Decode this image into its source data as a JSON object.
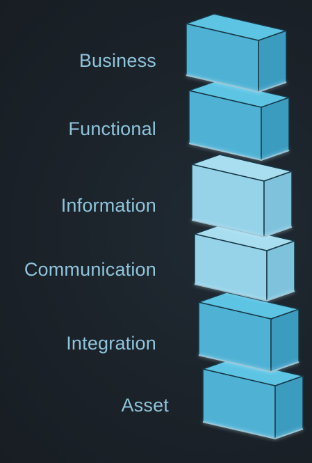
{
  "layers": [
    {
      "label": "Business",
      "tone": "blue"
    },
    {
      "label": "Functional",
      "tone": "blue"
    },
    {
      "label": "Information",
      "tone": "light"
    },
    {
      "label": "Communication",
      "tone": "light"
    },
    {
      "label": "Integration",
      "tone": "blue"
    },
    {
      "label": "Asset",
      "tone": "blue"
    }
  ],
  "colors": {
    "background": "#1b2229",
    "label": "#8fc4dc",
    "blue_top": "#5ec4e4",
    "blue_front": "#4fb1d4",
    "blue_side": "#3c9cc0",
    "light_top": "#a9def0",
    "light_front": "#96d2e8",
    "light_side": "#7fc2dc",
    "edge": "#173645"
  }
}
